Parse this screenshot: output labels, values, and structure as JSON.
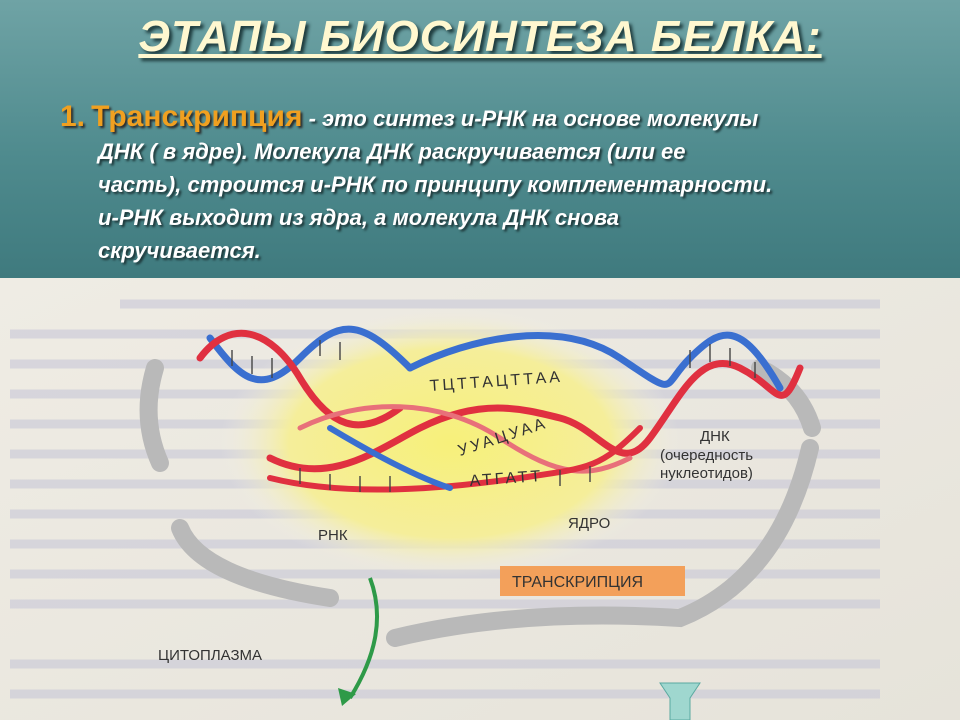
{
  "slide": {
    "title": "ЭТАПЫ БИОСИНТЕЗА БЕЛКА:",
    "step_number": "1.",
    "step_term": "Транскрипция",
    "step_dash": " - ",
    "step_line1": "это синтез и-РНК на основе молекулы",
    "step_line2": "ДНК ( в ядре). Молекула ДНК раскручивается (или ее",
    "step_line3": "часть), строится и-РНК по принципу комплементарности.",
    "step_line4": "и-РНК выходит из ядра, а молекула ДНК снова",
    "step_line5": "скручивается."
  },
  "figure": {
    "label_dnk": "ДНК",
    "label_dnk_sub1": "(очередность",
    "label_dnk_sub2": "нуклеотидов)",
    "label_rnk": "РНК",
    "label_nucleus": "ЯДРО",
    "label_transcription": "ТРАНСКРИПЦИЯ",
    "label_cytoplasm": "ЦИТОПЛАЗМА",
    "seq_top": "ТЦТТАЦТТАА",
    "seq_rna": "УУАЦУАА",
    "seq_bottom": "АТГАТТ",
    "colors": {
      "dna_blue": "#3a6fd0",
      "dna_red": "#e03040",
      "nucleus_glow": "#f5ee90",
      "membrane": "#c9c9c9",
      "transcription_box": "#f3a05a",
      "arrow_green": "#2e9a48"
    }
  }
}
